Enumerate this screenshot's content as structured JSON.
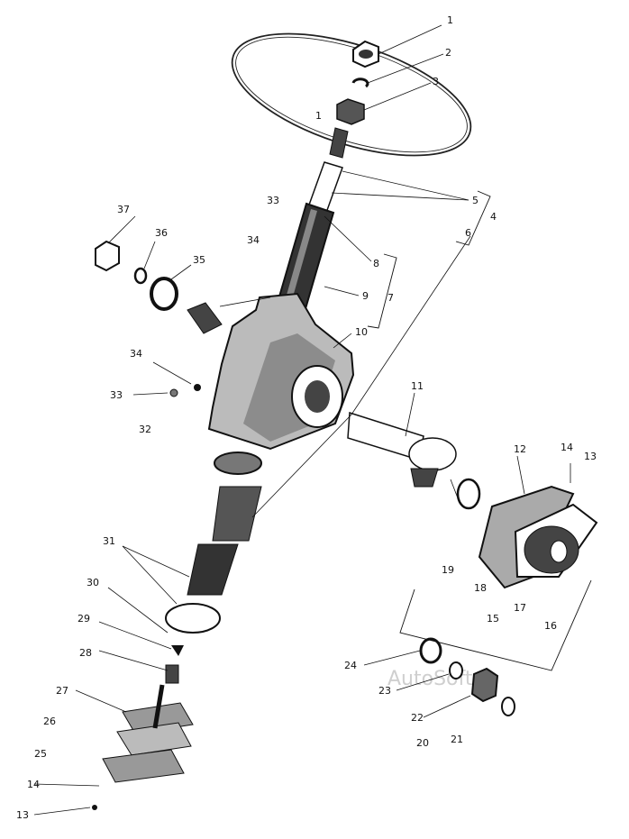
{
  "watermark": "AutoSoft",
  "callouts": [
    "1",
    "2",
    "3",
    "5",
    "4",
    "6",
    "33",
    "34",
    "8",
    "9",
    "7",
    "10",
    "37",
    "36",
    "35",
    "34",
    "33",
    "32",
    "11",
    "12",
    "14",
    "13",
    "31",
    "30",
    "29",
    "28",
    "27",
    "26",
    "25",
    "14",
    "13",
    "19",
    "18",
    "17",
    "16",
    "15",
    "24",
    "23",
    "22",
    "21",
    "20",
    "1"
  ]
}
